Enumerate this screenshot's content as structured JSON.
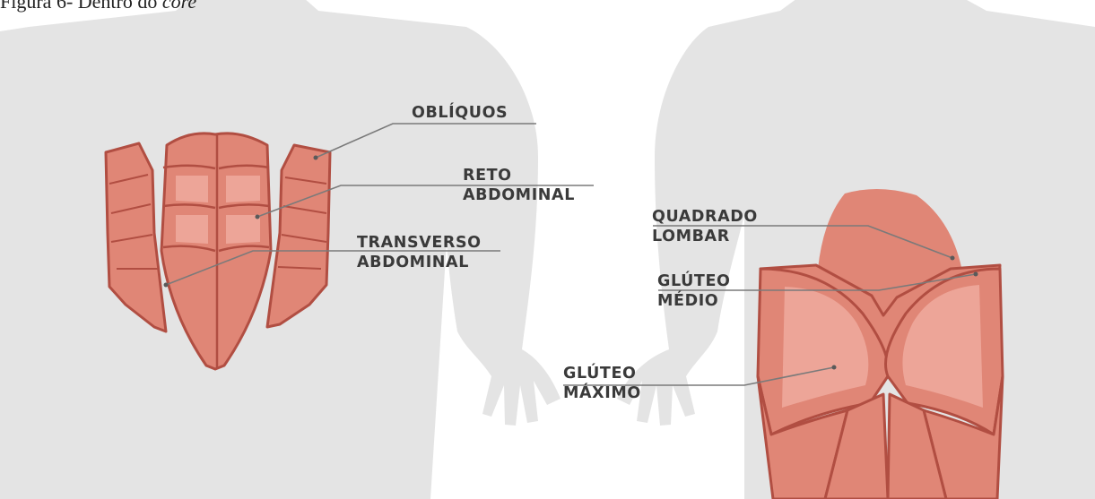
{
  "caption": {
    "prefix": "Figura 6- Dentro do",
    "emphasis": "core"
  },
  "colors": {
    "silhouette": "#e4e4e4",
    "muscle_fill": "#e08676",
    "muscle_light": "#eda598",
    "muscle_outline": "#b14e42",
    "leader_line": "#7a7a7a",
    "label_text": "#3a3a3a"
  },
  "front_view": {
    "labels": {
      "obliquos": "OBLÍQUOS",
      "reto_1": "RETO",
      "reto_2": "ABDOMINAL",
      "transverso_1": "TRANSVERSO",
      "transverso_2": "ABDOMINAL"
    }
  },
  "back_view": {
    "labels": {
      "quadrado_1": "QUADRADO",
      "quadrado_2": "LOMBAR",
      "gluteo_medio_1": "GLÚTEO",
      "gluteo_medio_2": "MÉDIO",
      "gluteo_maximo_1": "GLÚTEO",
      "gluteo_maximo_2": "MÁXIMO"
    }
  }
}
